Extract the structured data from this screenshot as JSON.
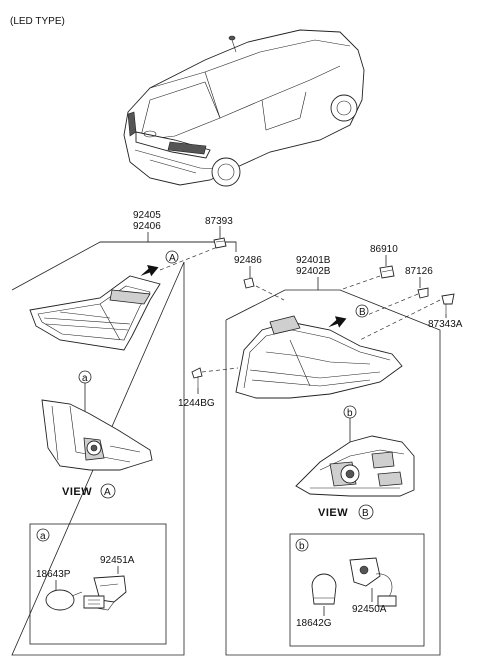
{
  "header": {
    "title": "(LED TYPE)"
  },
  "labels": {
    "p92405": "92405",
    "p92406": "92406",
    "p87393": "87393",
    "p92486": "92486",
    "p92401B": "92401B",
    "p92402B": "92402B",
    "p86910": "86910",
    "p87126": "87126",
    "p87343A": "87343A",
    "p1244BG": "1244BG",
    "p18643P": "18643P",
    "p92451A": "92451A",
    "p18642G": "18642G",
    "p92450A": "92450A"
  },
  "views": {
    "view_word": "VIEW",
    "left_letter": "A",
    "right_letter": "B"
  },
  "callouts": {
    "a": "a",
    "b": "b"
  }
}
